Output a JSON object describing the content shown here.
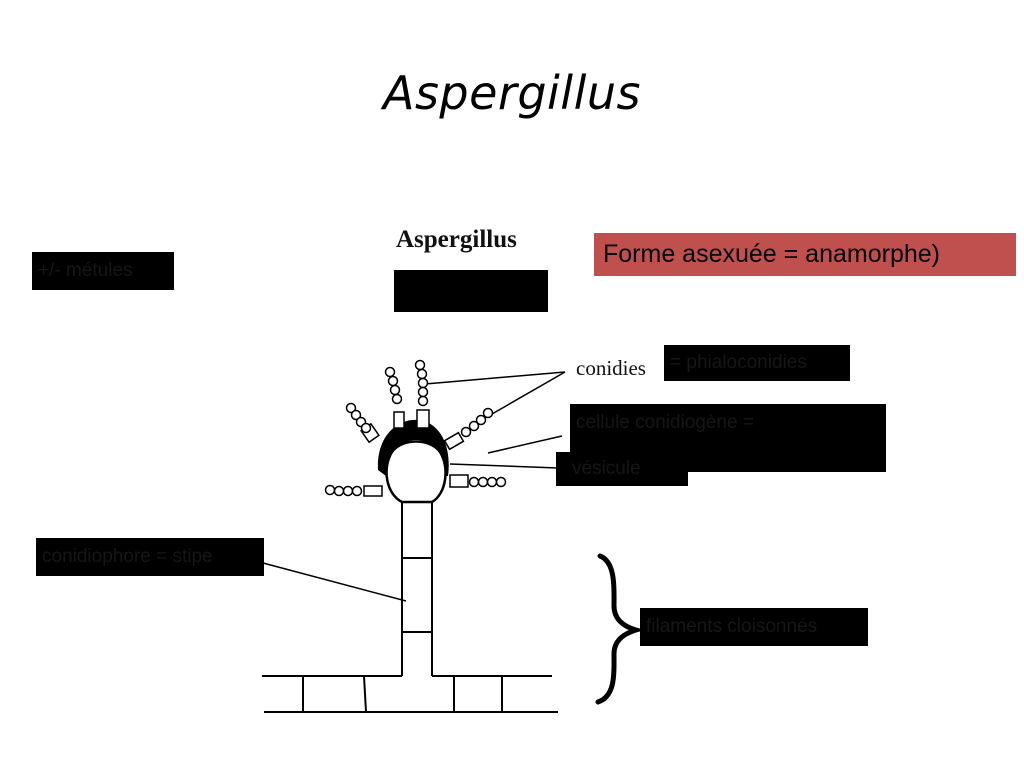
{
  "slide": {
    "title": "Aspergillus"
  },
  "figure": {
    "caption": "Aspergillus",
    "label_conidies": "conidies"
  },
  "labels": {
    "metules": "+/- métules",
    "phialoconidies": "= phialoconidies",
    "cellule_line1": "cellule conidiogène =",
    "vesicule": "vésicule",
    "conidiophore": "conidiophore = stipe",
    "filaments": "filaments cloisonnés",
    "forme": "Forme asexuée = anamorphe)"
  },
  "colors": {
    "accent_box": "#c0504d",
    "redaction": "#000000"
  }
}
